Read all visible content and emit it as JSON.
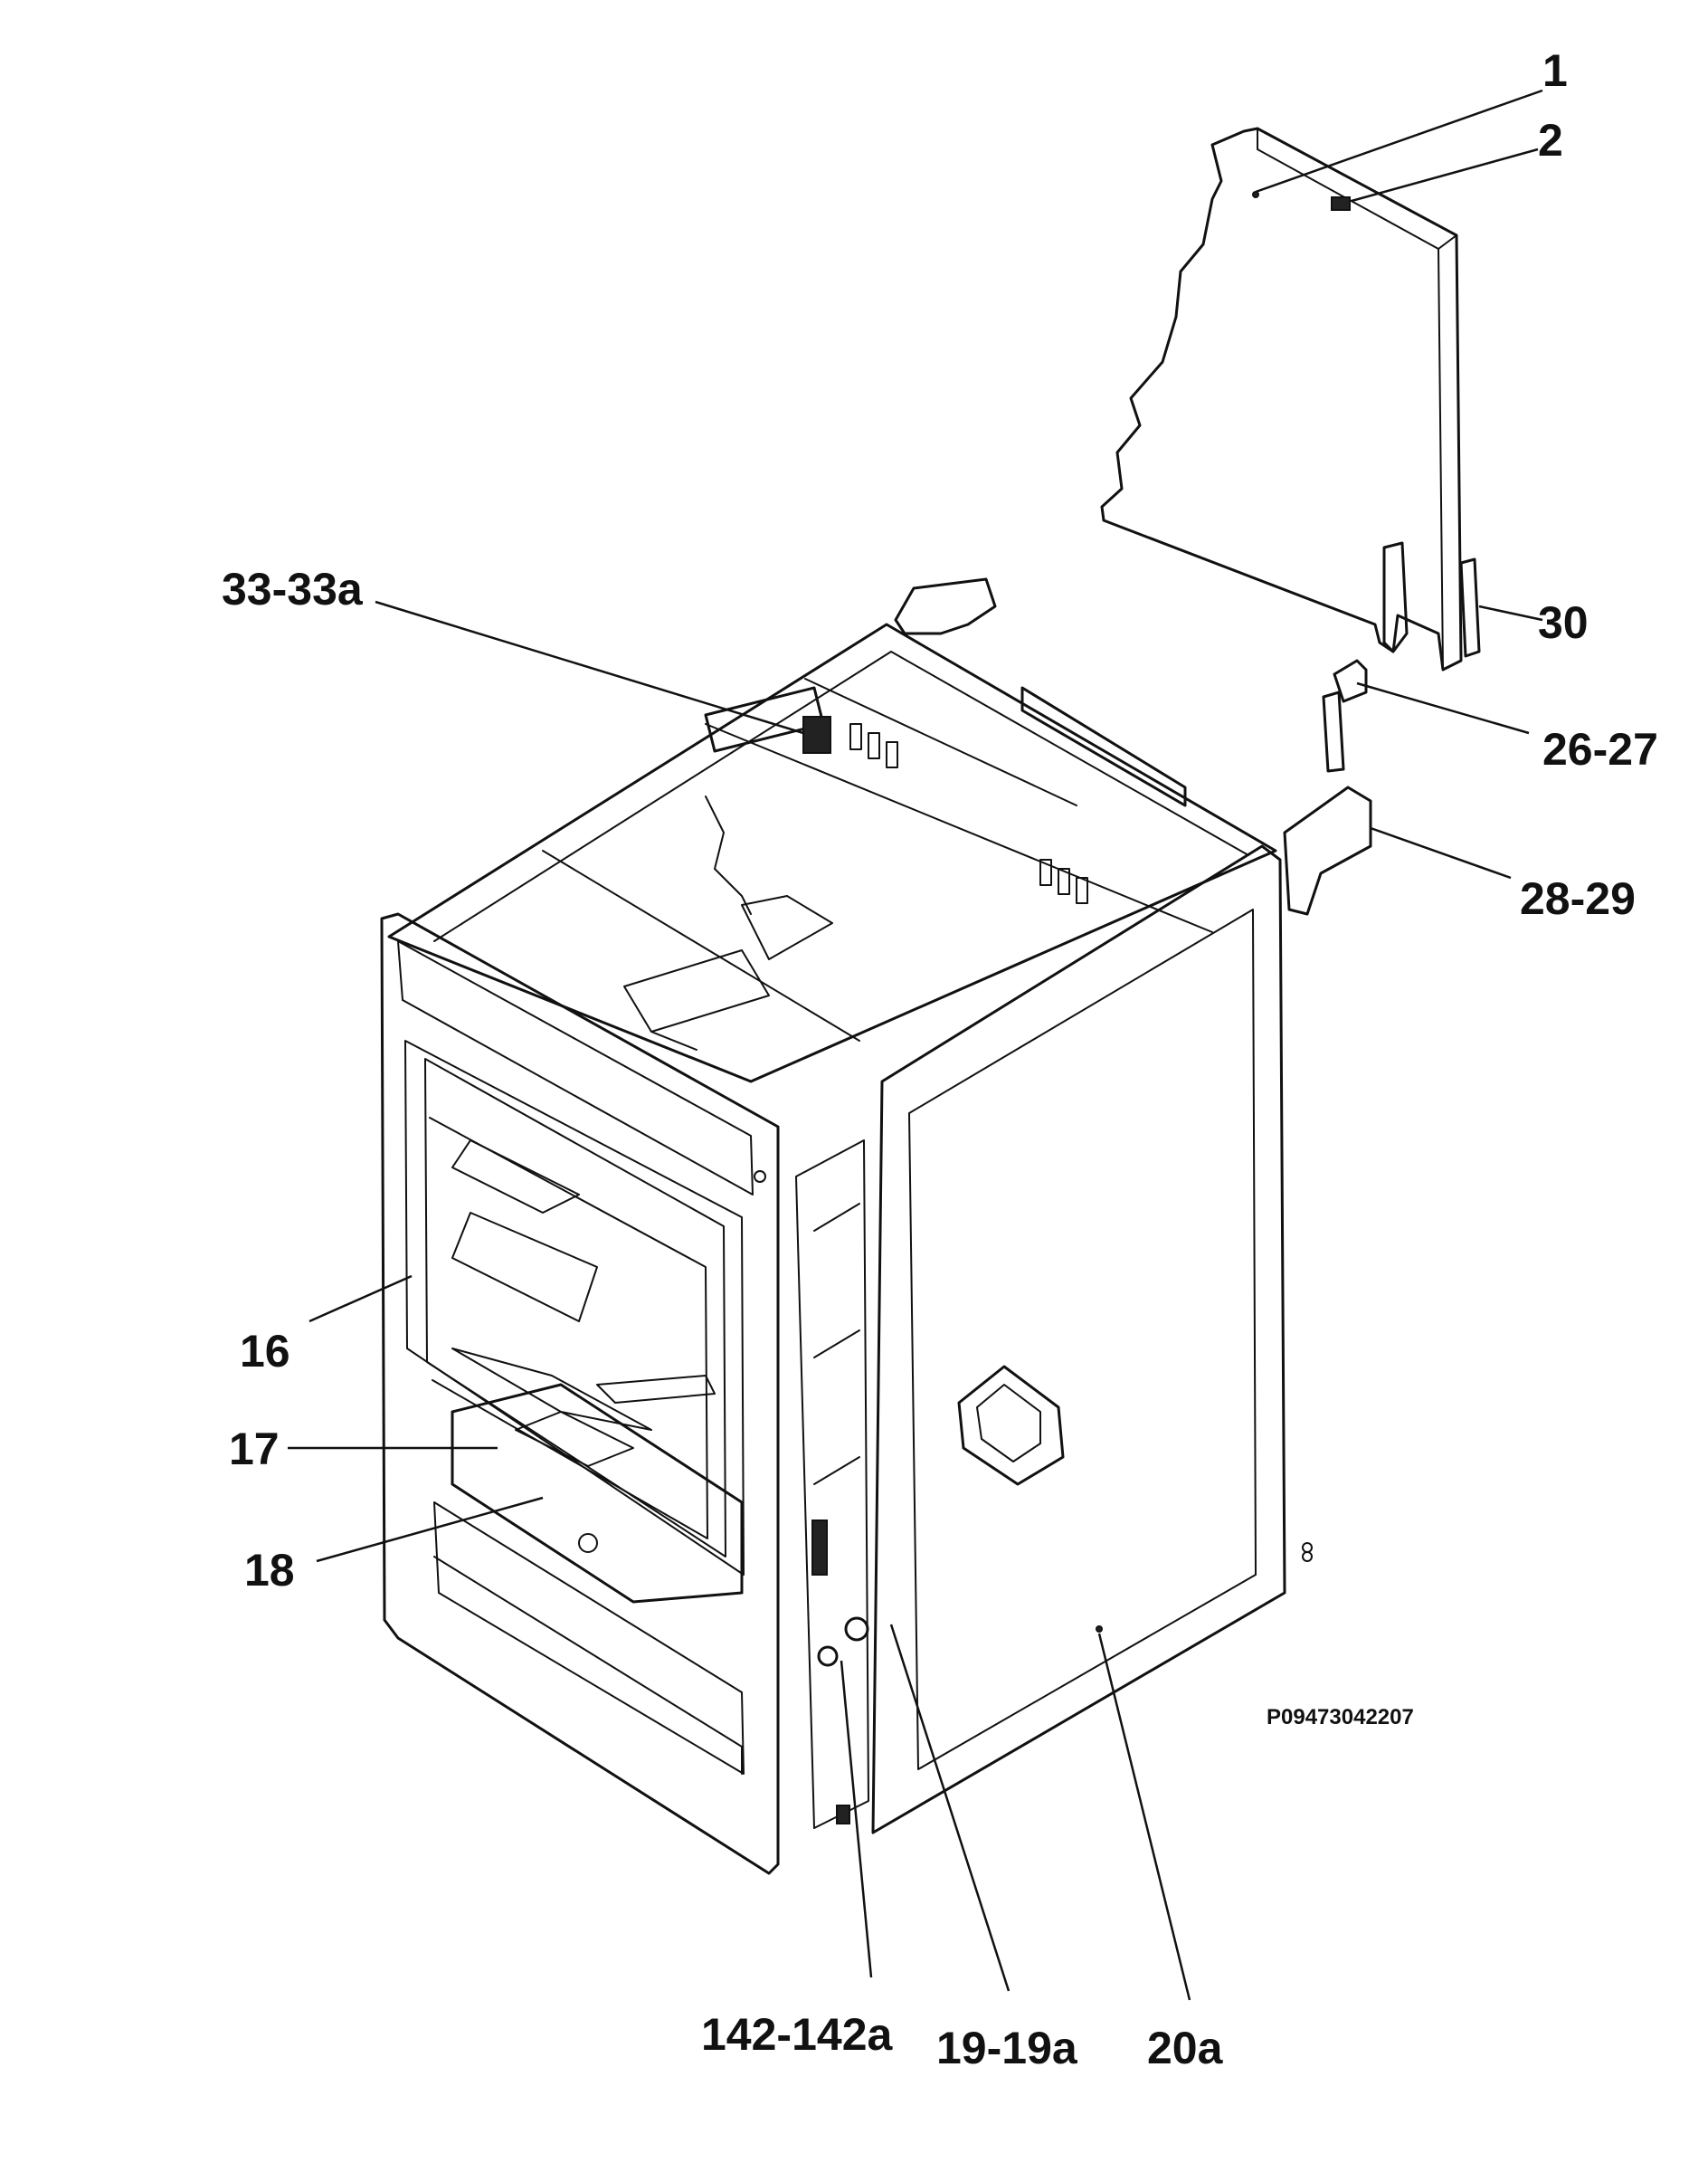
{
  "callouts": [
    {
      "id": "1",
      "text": "1"
    },
    {
      "id": "2",
      "text": "2"
    },
    {
      "id": "30",
      "text": "30"
    },
    {
      "id": "26-27",
      "text": "26-27"
    },
    {
      "id": "28-29",
      "text": "28-29"
    },
    {
      "id": "33-33a",
      "text": "33-33a"
    },
    {
      "id": "16",
      "text": "16"
    },
    {
      "id": "17",
      "text": "17"
    },
    {
      "id": "18",
      "text": "18"
    },
    {
      "id": "142-142a",
      "text": "142-142a"
    },
    {
      "id": "19-19a",
      "text": "19-19a"
    },
    {
      "id": "20a",
      "text": "20a"
    }
  ],
  "reference_code": "P09473042207"
}
